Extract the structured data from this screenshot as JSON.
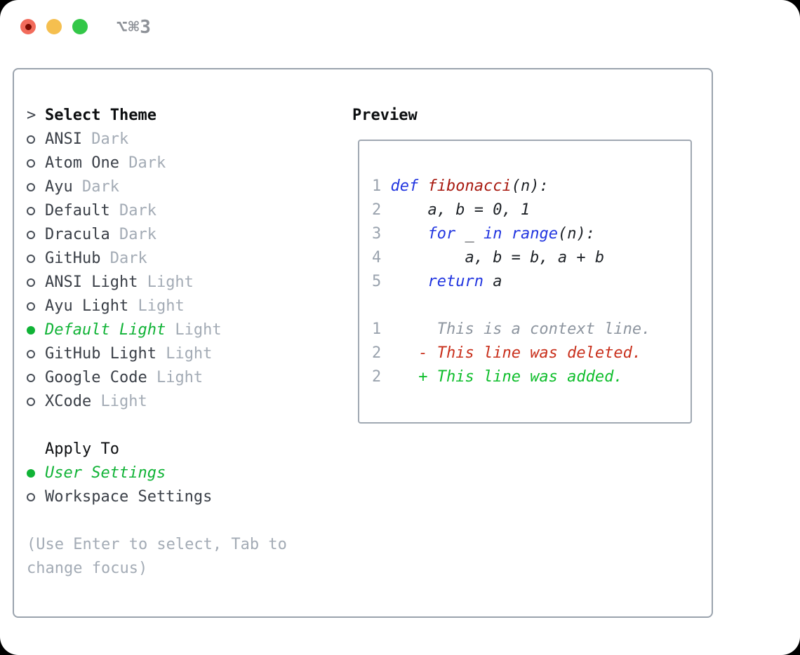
{
  "titlebar": {
    "hotkey": "⌥⌘3",
    "buttons": [
      {
        "name": "close"
      },
      {
        "name": "minimize"
      },
      {
        "name": "zoom"
      }
    ]
  },
  "theme_panel": {
    "title": "Select Theme",
    "title_prefix": ">",
    "items": [
      {
        "name": "ANSI",
        "variant": "Dark",
        "selected": false
      },
      {
        "name": "Atom One",
        "variant": "Dark",
        "selected": false
      },
      {
        "name": "Ayu",
        "variant": "Dark",
        "selected": false
      },
      {
        "name": "Default",
        "variant": "Dark",
        "selected": false
      },
      {
        "name": "Dracula",
        "variant": "Dark",
        "selected": false
      },
      {
        "name": "GitHub",
        "variant": "Dark",
        "selected": false
      },
      {
        "name": "ANSI Light",
        "variant": "Light",
        "selected": false
      },
      {
        "name": "Ayu Light",
        "variant": "Light",
        "selected": false
      },
      {
        "name": "Default Light",
        "variant": "Light",
        "selected": true
      },
      {
        "name": "GitHub Light",
        "variant": "Light",
        "selected": false
      },
      {
        "name": "Google Code",
        "variant": "Light",
        "selected": false
      },
      {
        "name": "XCode",
        "variant": "Light",
        "selected": false
      }
    ],
    "apply_to": {
      "title": "Apply To",
      "options": [
        {
          "label": "User Settings",
          "selected": true
        },
        {
          "label": "Workspace Settings",
          "selected": false
        }
      ]
    },
    "hint_lines": [
      "(Use Enter to select, Tab to",
      "change focus)"
    ]
  },
  "preview": {
    "title": "Preview",
    "lines": [
      {
        "num": "1",
        "segments": [
          {
            "text": "def",
            "color": "keyword"
          },
          {
            "text": " ",
            "color": "plain"
          },
          {
            "text": "fibonacci",
            "color": "function"
          },
          {
            "text": "(n):",
            "color": "plain"
          }
        ]
      },
      {
        "num": "2",
        "segments": [
          {
            "text": "    a, b = 0, 1",
            "color": "plain"
          }
        ]
      },
      {
        "num": "3",
        "segments": [
          {
            "text": "    ",
            "color": "plain"
          },
          {
            "text": "for",
            "color": "keyword"
          },
          {
            "text": " _ ",
            "color": "plain"
          },
          {
            "text": "in",
            "color": "keyword"
          },
          {
            "text": " ",
            "color": "plain"
          },
          {
            "text": "range",
            "color": "keyword"
          },
          {
            "text": "(n):",
            "color": "plain"
          }
        ]
      },
      {
        "num": "4",
        "segments": [
          {
            "text": "        a, b = b, a + b",
            "color": "plain"
          }
        ]
      },
      {
        "num": "5",
        "segments": [
          {
            "text": "    ",
            "color": "plain"
          },
          {
            "text": "return",
            "color": "keyword"
          },
          {
            "text": " a",
            "color": "plain"
          }
        ]
      },
      {
        "num": "",
        "segments": []
      },
      {
        "num": "1",
        "segments": [
          {
            "text": "     This is a context line.",
            "color": "context"
          }
        ]
      },
      {
        "num": "2",
        "segments": [
          {
            "text": "   ",
            "color": "plain"
          },
          {
            "text": "- This line was deleted.",
            "color": "deleted"
          }
        ]
      },
      {
        "num": "2",
        "segments": [
          {
            "text": "   ",
            "color": "plain"
          },
          {
            "text": "+ This line was added.",
            "color": "added"
          }
        ]
      }
    ]
  },
  "colors": {
    "selection_green": "#10b336",
    "keyword_blue": "#2236e0",
    "function_red": "#a81a10",
    "diff_deleted_red": "#c9301c",
    "diff_added_green": "#0fbe2c",
    "muted_gray": "#a3abb5",
    "line_number_gray": "#9aa3ae",
    "panel_border": "#9aa3ad",
    "traffic_red": "#f26b5b",
    "traffic_yellow": "#f5bf4f",
    "traffic_green": "#33c748"
  }
}
